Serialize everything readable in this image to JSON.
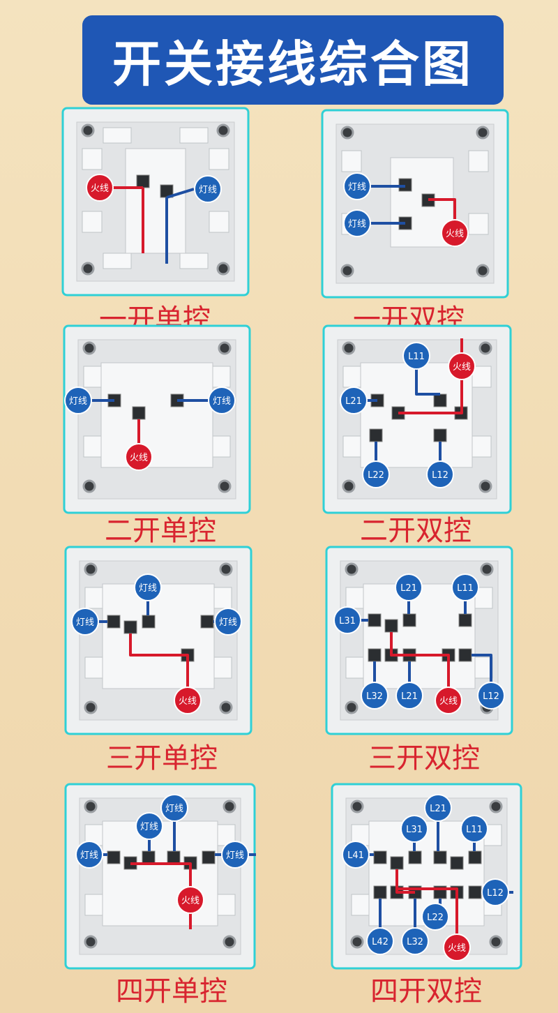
{
  "title": "开关接线综合图",
  "colors": {
    "live": "#d7192b",
    "lamp": "#1e63b8",
    "header": "#1f57b5",
    "caption": "#d8242f"
  },
  "labels": {
    "live": "火线",
    "lamp": "灯线"
  },
  "panels": [
    {
      "id": "p1",
      "caption": "一开单控"
    },
    {
      "id": "p2",
      "caption": "一开双控"
    },
    {
      "id": "p3",
      "caption": "二开单控"
    },
    {
      "id": "p4",
      "caption": "二开双控",
      "terms": [
        "L11",
        "L21",
        "L22",
        "L12"
      ]
    },
    {
      "id": "p5",
      "caption": "三开单控"
    },
    {
      "id": "p6",
      "caption": "三开双控",
      "terms": [
        "L21",
        "L11",
        "L31",
        "L32",
        "L21",
        "L12"
      ]
    },
    {
      "id": "p7",
      "caption": "四开单控"
    },
    {
      "id": "p8",
      "caption": "四开双控",
      "terms": [
        "L21",
        "L31",
        "L11",
        "L41",
        "L12",
        "L22",
        "L42",
        "L32"
      ]
    }
  ]
}
